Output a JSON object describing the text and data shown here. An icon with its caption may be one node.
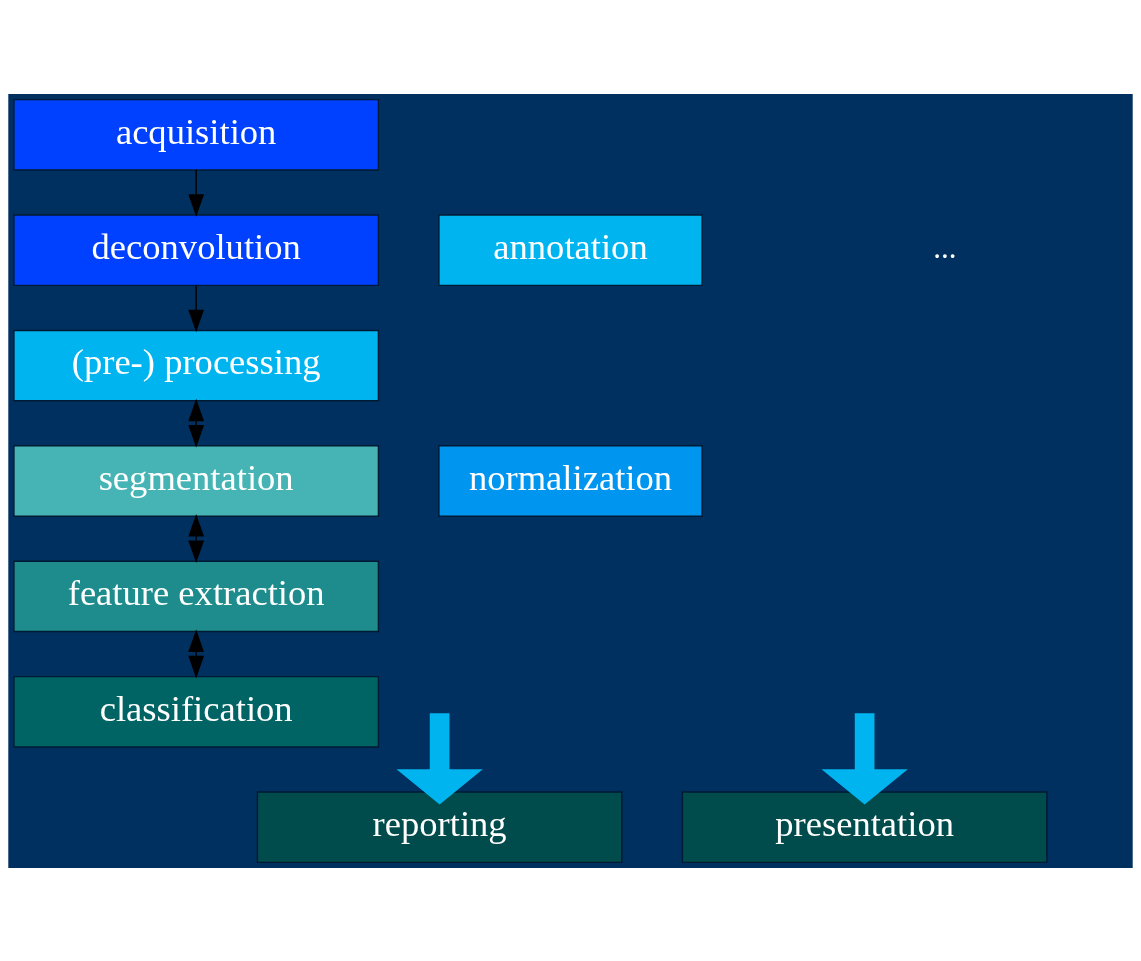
{
  "diagram": {
    "nodes": [
      {
        "text": [
          "acquisition"
        ]
      },
      {
        "text": [
          "deconvolution"
        ]
      },
      {
        "text": [
          "(pre-) processing"
        ]
      },
      {
        "text": [
          "segmentation"
        ]
      },
      {
        "text": [
          "feature extraction"
        ]
      },
      {
        "text": [
          "classification"
        ]
      },
      {
        "text": [
          "reporting"
        ]
      },
      {
        "text": [
          "presentation"
        ]
      },
      {
        "text": [
          "annotation"
        ]
      },
      {
        "text": [
          "normalization"
        ]
      }
    ],
    "edges": [
      {
        "from": 0,
        "to": 1,
        "arrow": "to"
      },
      {
        "from": 1,
        "to": 2,
        "arrow": "to"
      },
      {
        "from": 2,
        "to": 3,
        "arrow": "both"
      },
      {
        "from": 3,
        "to": 4,
        "arrow": "both"
      },
      {
        "from": 4,
        "to": 5,
        "arrow": "both"
      },
      {
        "from": null,
        "to": 6,
        "arrow": "to",
        "style": "thick",
        "color": "#00b4f0"
      },
      {
        "from": null,
        "to": 7,
        "arrow": "to",
        "style": "thick",
        "color": "#00b4f0"
      }
    ],
    "labels": [
      "..."
    ]
  }
}
